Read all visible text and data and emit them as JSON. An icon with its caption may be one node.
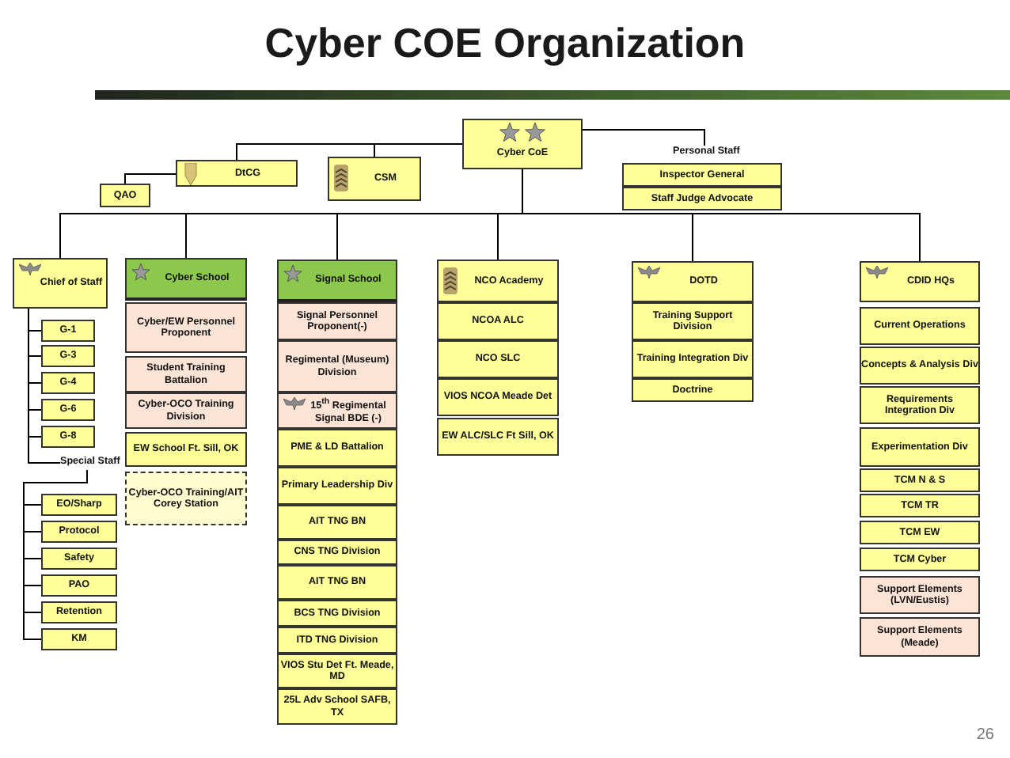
{
  "diagram": {
    "title": "Cyber COE Organization",
    "nodes": [
      {
        "text": [
          "Cyber CoE"
        ]
      },
      {
        "text": [
          "Personal Staff"
        ]
      },
      {
        "text": [
          "Inspector General"
        ]
      },
      {
        "text": [
          "Staff Judge Advocate"
        ]
      },
      {
        "text": [
          "DtCG"
        ]
      },
      {
        "text": [
          "CSM"
        ]
      },
      {
        "text": [
          "QAO"
        ]
      },
      {
        "text": [
          "Chief of Staff"
        ]
      },
      {
        "text": [
          "Cyber School"
        ]
      },
      {
        "text": [
          "Signal School"
        ]
      },
      {
        "text": [
          "NCO Academy"
        ]
      },
      {
        "text": [
          "DOTD"
        ]
      },
      {
        "text": [
          "CDID HQs"
        ]
      },
      {
        "text": [
          "G-1"
        ]
      },
      {
        "text": [
          "G-3"
        ]
      },
      {
        "text": [
          "G-4"
        ]
      },
      {
        "text": [
          "G-6"
        ]
      },
      {
        "text": [
          "G-8"
        ]
      },
      {
        "text": [
          "Special Staff"
        ]
      },
      {
        "text": [
          "EO/Sharp"
        ]
      },
      {
        "text": [
          "Protocol"
        ]
      },
      {
        "text": [
          "Safety"
        ]
      },
      {
        "text": [
          "PAO"
        ]
      },
      {
        "text": [
          "Retention"
        ]
      },
      {
        "text": [
          "KM"
        ]
      },
      {
        "text": [
          "Cyber/EW Personnel Proponent"
        ]
      },
      {
        "text": [
          "Student Training Battalion"
        ]
      },
      {
        "text": [
          "Cyber-OCO Training Division"
        ]
      },
      {
        "text": [
          "EW School Ft. Sill, OK"
        ]
      },
      {
        "text": [
          "Cyber-OCO Training/AIT Corey Station"
        ]
      },
      {
        "text": [
          "Signal Personnel Proponent(-)"
        ]
      },
      {
        "text": [
          "Regimental (Museum) Division"
        ]
      },
      {
        "text": [
          "15$^{th}$ Regimental Signal BDE (-)"
        ]
      },
      {
        "text": [
          "PME & LD Battalion"
        ]
      },
      {
        "text": [
          "Primary Leadership Div"
        ]
      },
      {
        "text": [
          "AIT TNG BN"
        ]
      },
      {
        "text": [
          "CNS TNG Division"
        ]
      },
      {
        "text": [
          "AIT TNG BN"
        ]
      },
      {
        "text": [
          "BCS TNG Division"
        ]
      },
      {
        "text": [
          "ITD TNG Division"
        ]
      },
      {
        "text": [
          "VIOS Stu Det Ft. Meade, MD"
        ]
      },
      {
        "text": [
          "25L Adv School SAFB, TX"
        ]
      },
      {
        "text": [
          "NCOA ALC"
        ]
      },
      {
        "text": [
          "NCO SLC"
        ]
      },
      {
        "text": [
          "VIOS NCOA Meade Det"
        ]
      },
      {
        "text": [
          "EW ALC/SLC Ft Sill, OK"
        ]
      },
      {
        "text": [
          "Training Support Division"
        ]
      },
      {
        "text": [
          "Training Integration Div"
        ]
      },
      {
        "text": [
          "Doctrine"
        ]
      },
      {
        "text": [
          "Current Operations"
        ]
      },
      {
        "text": [
          "Concepts & Analysis Div"
        ]
      },
      {
        "text": [
          "Requirements Integration Div"
        ]
      },
      {
        "text": [
          "Experimentation Div"
        ]
      },
      {
        "text": [
          "TCM N & S"
        ]
      },
      {
        "text": [
          "TCM TR"
        ]
      },
      {
        "text": [
          "TCM EW"
        ]
      },
      {
        "text": [
          "TCM Cyber"
        ]
      },
      {
        "text": [
          "Support Elements (LVN/Eustis)"
        ]
      },
      {
        "text": [
          "Support Elements (Meade)"
        ]
      }
    ],
    "edges": [
      {
        "from": 0,
        "to": 4,
        "arrow": "none"
      },
      {
        "from": 0,
        "to": 5,
        "arrow": "none"
      },
      {
        "from": 0,
        "to": 1,
        "arrow": "none"
      },
      {
        "from": 4,
        "to": 6,
        "arrow": "none"
      },
      {
        "from": 0,
        "to": 7,
        "arrow": "none"
      },
      {
        "from": 0,
        "to": 8,
        "arrow": "none"
      },
      {
        "from": 0,
        "to": 9,
        "arrow": "none"
      },
      {
        "from": 0,
        "to": 10,
        "arrow": "none"
      },
      {
        "from": 0,
        "to": 11,
        "arrow": "none"
      },
      {
        "from": 0,
        "to": 12,
        "arrow": "none"
      },
      {
        "from": 7,
        "to": 13,
        "arrow": "none"
      },
      {
        "from": 7,
        "to": 14,
        "arrow": "none"
      },
      {
        "from": 7,
        "to": 15,
        "arrow": "none"
      },
      {
        "from": 7,
        "to": 16,
        "arrow": "none"
      },
      {
        "from": 7,
        "to": 17,
        "arrow": "none"
      },
      {
        "from": 7,
        "to": 18,
        "arrow": "none"
      },
      {
        "from": 18,
        "to": 19,
        "arrow": "none"
      },
      {
        "from": 18,
        "to": 20,
        "arrow": "none"
      },
      {
        "from": 18,
        "to": 21,
        "arrow": "none"
      },
      {
        "from": 18,
        "to": 22,
        "arrow": "none"
      },
      {
        "from": 18,
        "to": 23,
        "arrow": "none"
      },
      {
        "from": 18,
        "to": 24,
        "arrow": "none"
      }
    ],
    "labels": [
      "26"
    ]
  }
}
